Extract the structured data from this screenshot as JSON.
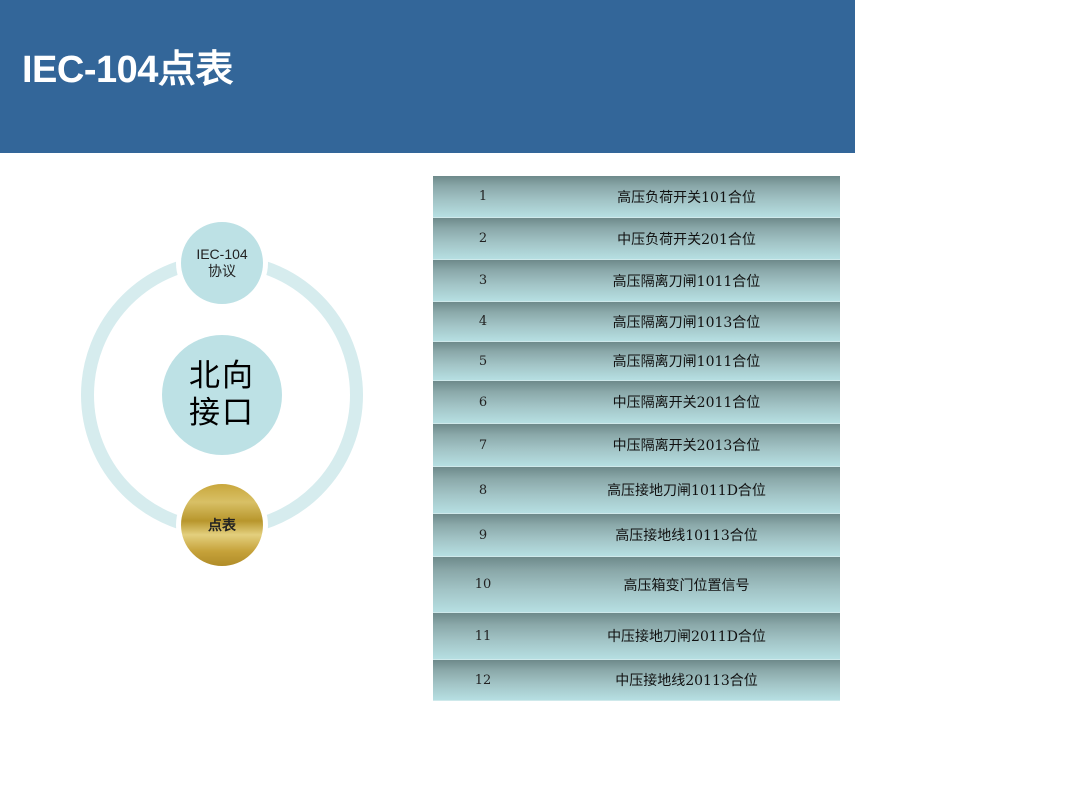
{
  "header": {
    "title": "IEC-104点表",
    "background_color": "#336699"
  },
  "diagram": {
    "top_node": {
      "line1": "IEC-104",
      "line2": "协议"
    },
    "center_node": {
      "line1": "北向",
      "line2": "接口"
    },
    "bottom_node": {
      "label": "点表"
    },
    "ring_color": "#d6ecee",
    "node_color": "#bde1e5",
    "highlight_color": "#c9a73c"
  },
  "table": {
    "rows": [
      {
        "no": "1",
        "name": "高压负荷开关101合位",
        "height": 42
      },
      {
        "no": "2",
        "name": "中压负荷开关201合位",
        "height": 42
      },
      {
        "no": "3",
        "name": "高压隔离刀闸1011合位",
        "height": 42
      },
      {
        "no": "4",
        "name": "高压隔离刀闸1013合位",
        "height": 40
      },
      {
        "no": "5",
        "name": "高压隔离刀闸1011合位",
        "height": 39
      },
      {
        "no": "6",
        "name": "中压隔离开关2011合位",
        "height": 43
      },
      {
        "no": "7",
        "name": "中压隔离开关2013合位",
        "height": 43
      },
      {
        "no": "8",
        "name": "高压接地刀闸1011D合位",
        "height": 47
      },
      {
        "no": "9",
        "name": "高压接地线10113合位",
        "height": 43
      },
      {
        "no": "10",
        "name": "高压箱变门位置信号",
        "height": 56
      },
      {
        "no": "11",
        "name": "中压接地刀闸2011D合位",
        "height": 47
      },
      {
        "no": "12",
        "name": "中压接地线20113合位",
        "height": 41
      }
    ]
  }
}
